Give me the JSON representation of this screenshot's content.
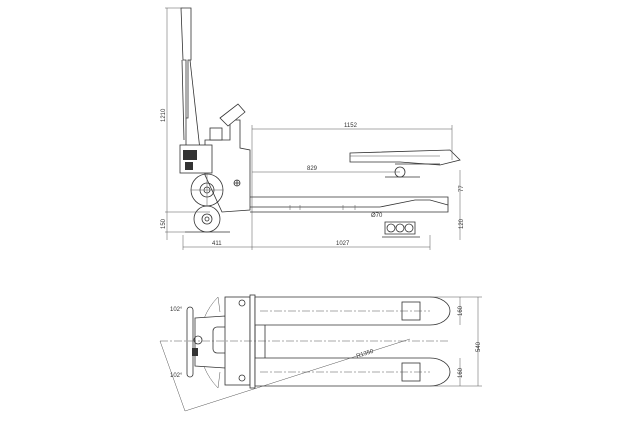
{
  "drawing": {
    "side_view": {
      "dimensions": {
        "overall_height": "1210",
        "fork_length": "1152",
        "load_center": "829",
        "fork_min_height": "77",
        "handle_wheel_height": "150",
        "fork_lift_height": "120",
        "load_roller_diameter": "Ø70",
        "rear_length": "411",
        "front_length": "1027"
      }
    },
    "top_view": {
      "dimensions": {
        "steering_angle_top": "102°",
        "steering_angle_bottom": "102°",
        "turning_radius": "R1350",
        "fork_width_top": "160",
        "overall_width": "540",
        "fork_width_bottom": "160"
      }
    }
  }
}
